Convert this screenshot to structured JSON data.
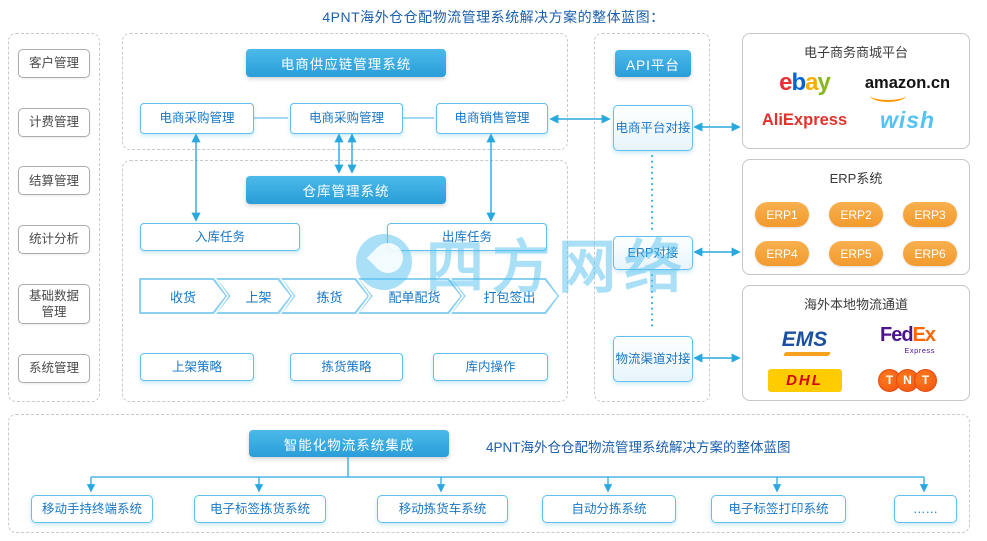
{
  "title": "4PNT海外仓仓配物流管理系统解决方案的整体蓝图：",
  "watermark": "四方网络",
  "colors": {
    "accent_blue": "#29A8E0",
    "node_border_blue": "#63C0EB",
    "node_text_blue": "#1877C6",
    "header_fill_blue": "#35A8E0",
    "erp_orange": "#F5A33C",
    "dashed_border_gray": "#C9C9C9",
    "title_blue": "#1B5FAD"
  },
  "sidebar": {
    "items": [
      {
        "label": "客户管理"
      },
      {
        "label": "计费管理"
      },
      {
        "label": "结算管理"
      },
      {
        "label": "统计分析"
      },
      {
        "label": "基础数据管理"
      },
      {
        "label": "系统管理"
      }
    ]
  },
  "supply_chain": {
    "header": "电商供应链管理系统",
    "modules": [
      {
        "label": "电商采购管理"
      },
      {
        "label": "电商采购管理"
      },
      {
        "label": "电商销售管理"
      }
    ]
  },
  "wms": {
    "header": "仓库管理系统",
    "inbound": "入库任务",
    "outbound": "出库任务",
    "flow": [
      {
        "label": "收货"
      },
      {
        "label": "上架"
      },
      {
        "label": "拣货"
      },
      {
        "label": "配单配货"
      },
      {
        "label": "打包签出"
      }
    ],
    "strategies": [
      {
        "label": "上架策略"
      },
      {
        "label": "拣货策略"
      },
      {
        "label": "库内操作"
      }
    ]
  },
  "integration": {
    "header": "API平台",
    "connectors": [
      {
        "label": "电商平台对接"
      },
      {
        "label": "ERP对接"
      },
      {
        "label": "物流渠道对接"
      }
    ]
  },
  "right_panels": {
    "ecommerce": {
      "title": "电子商务商城平台",
      "ebay": {
        "letters": [
          "e",
          "b",
          "a",
          "y"
        ]
      },
      "amazon": {
        "text": "amazon.cn"
      },
      "aliexpress": {
        "text": "AliExpress"
      },
      "wish": {
        "text": "wish"
      }
    },
    "erp": {
      "title": "ERP系统",
      "items": [
        "ERP1",
        "ERP2",
        "ERP3",
        "ERP4",
        "ERP5",
        "ERP6"
      ]
    },
    "logistics": {
      "title": "海外本地物流通道",
      "ems": {
        "text": "EMS"
      },
      "fedex": {
        "fed": "Fed",
        "ex": "Ex",
        "sub": "Express"
      },
      "dhl": {
        "text": "DHL"
      },
      "tnt": {
        "letters": [
          "T",
          "N",
          "T"
        ]
      }
    }
  },
  "bottom": {
    "header": "智能化物流系统集成",
    "caption": "4PNT海外仓仓配物流管理系统解决方案的整体蓝图",
    "systems": [
      {
        "label": "移动手持终端系统"
      },
      {
        "label": "电子标签拣货系统"
      },
      {
        "label": "移动拣货车系统"
      },
      {
        "label": "自动分拣系统"
      },
      {
        "label": "电子标签打印系统"
      },
      {
        "label": "……"
      }
    ]
  }
}
